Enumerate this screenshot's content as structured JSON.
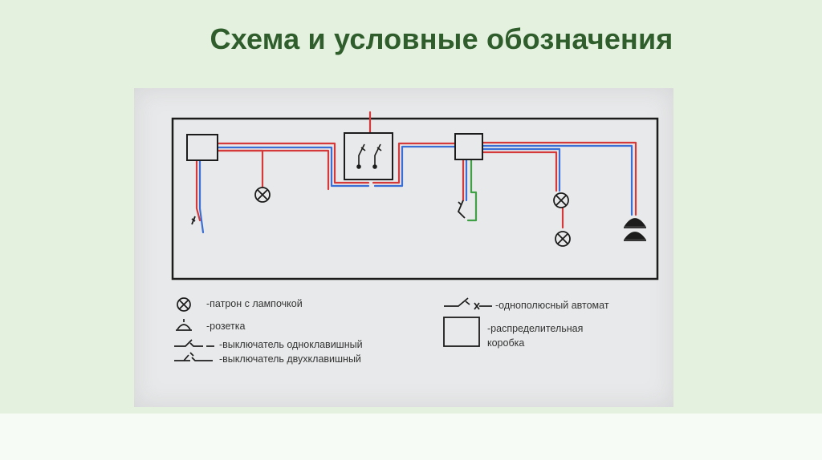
{
  "slide": {
    "title": "Схема и условные обозначения"
  },
  "legend": {
    "lamp": "-патрон с лампочкой",
    "socket": "-розетка",
    "switch_single": "-выключатель одноклавишный",
    "switch_double": "-выключатель двухклавишный",
    "breaker": "-однополюсный автомат",
    "junction_box_line1": "-распределительная",
    "junction_box_line2": "коробка"
  },
  "colors": {
    "background": "#e3f1de",
    "title": "#2f5e2c",
    "wire_phase": "#d43a3a",
    "wire_neutral": "#3a6fd6",
    "wire_ground": "#3fa045",
    "outline": "#1c1c1c"
  },
  "icons": [
    "lamp-icon",
    "socket-icon",
    "single-switch-icon",
    "double-switch-icon",
    "breaker-icon",
    "junction-box-icon"
  ]
}
